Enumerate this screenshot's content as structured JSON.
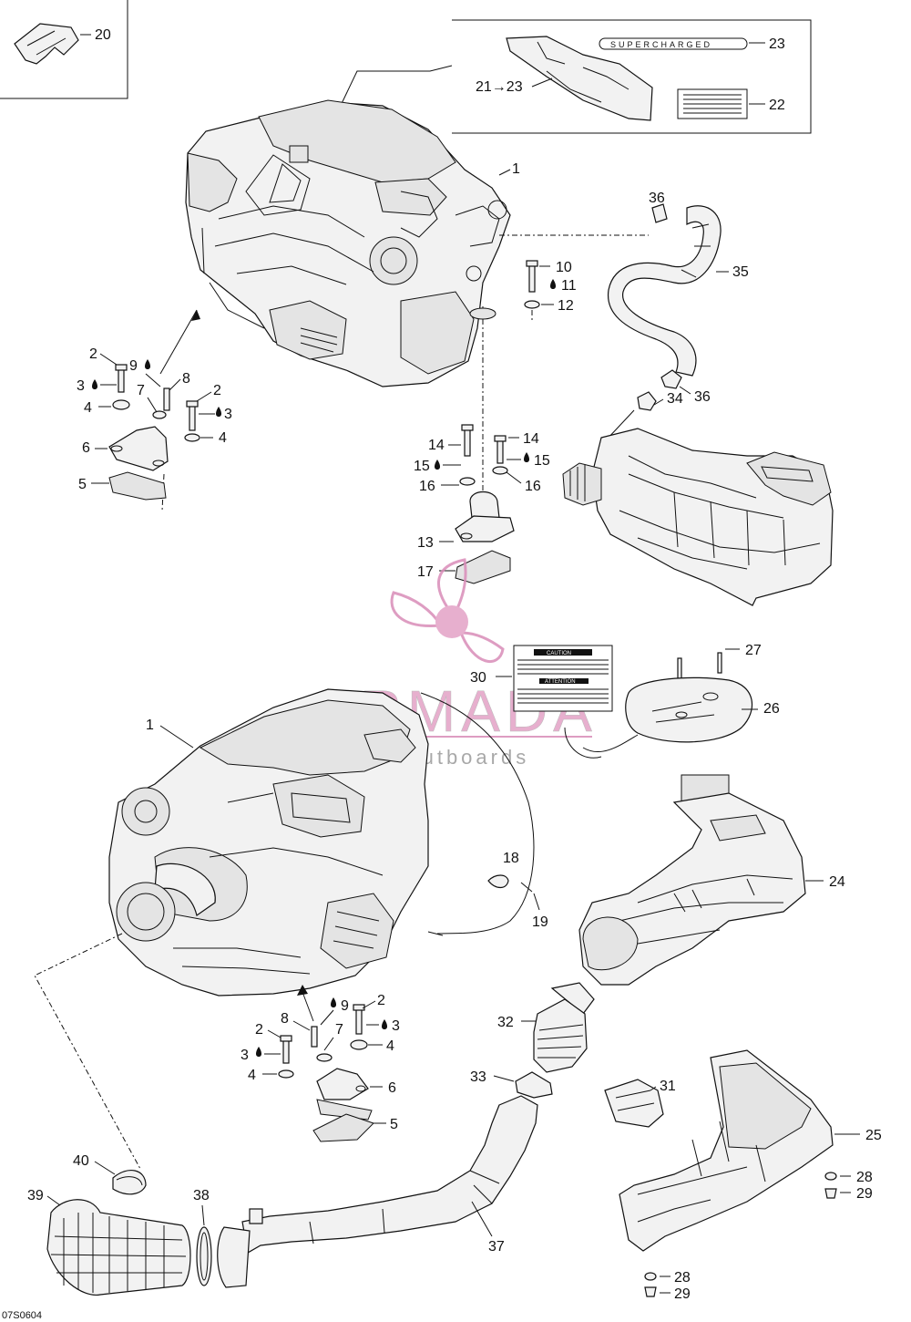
{
  "figure_code": "07S0604",
  "watermark": {
    "brand": "ARMADA",
    "tagline": "marine outboards",
    "color": "#e3a2c6",
    "line_color": "#d98cb8"
  },
  "decals": {
    "supercharger": "SUPERCHARGED",
    "caution_title": "CAUTION",
    "attention_title": "ATTENTION"
  },
  "labels": {
    "l20": "20",
    "l23": "23",
    "l21to23": "21→23",
    "l22": "22",
    "l1a": "1",
    "l36a": "36",
    "l35": "35",
    "l10": "10",
    "l11": "11",
    "l12": "12",
    "l36b": "36",
    "l34": "34",
    "l2a": "2",
    "l9a": "9",
    "l3a": "3",
    "l8a": "8",
    "l7a": "7",
    "l4a": "4",
    "l2b": "2",
    "l3b": "3",
    "l4b": "4",
    "l6a": "6",
    "l5a": "5",
    "l14a": "14",
    "l14b": "14",
    "l15a": "15",
    "l15b": "15",
    "l16a": "16",
    "l16b": "16",
    "l13": "13",
    "l17": "17",
    "l27": "27",
    "l30": "30",
    "l26": "26",
    "l1b": "1",
    "l18": "18",
    "l19": "19",
    "l24": "24",
    "l2c": "2",
    "l9b": "9",
    "l8b": "8",
    "l3c": "3",
    "l7b": "7",
    "l2d": "2",
    "l4c": "4",
    "l3d": "3",
    "l4d": "4",
    "l6b": "6",
    "l5b": "5",
    "l32": "32",
    "l33": "33",
    "l31": "31",
    "l25": "25",
    "l28a": "28",
    "l29a": "29",
    "l40": "40",
    "l39": "39",
    "l38": "38",
    "l37": "37",
    "l28b": "28",
    "l29b": "29"
  }
}
